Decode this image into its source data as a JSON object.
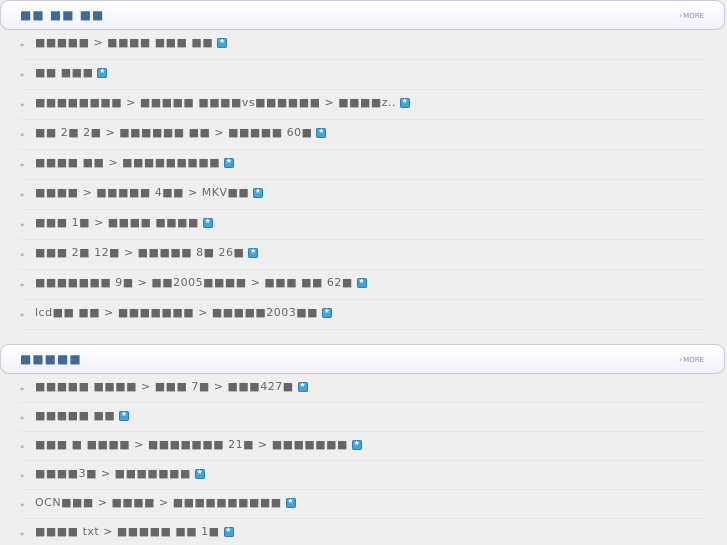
{
  "sections": [
    {
      "title": "■■ ■■ ■■",
      "more_label": "MORE",
      "items": [
        "■■■■■ > ■■■■ ■■■ ■■",
        "■■ ■■■",
        "■■■■■■■■ > ■■■■■ ■■■■vs■■■■■■ > ■■■■z..",
        "■■ 2■ 2■ > ■■■■■■ ■■ > ■■■■■ 60■",
        "■■■■ ■■ > ■■■■■■■■■",
        "■■■■ > ■■■■■ 4■■ > MKV■■",
        "■■■ 1■ > ■■■■ ■■■■",
        "■■■ 2■ 12■ > ■■■■■ 8■ 26■",
        "■■■■■■■ 9■ > ■■2005■■■■ > ■■■ ■■ 62■",
        "lcd■■ ■■ > ■■■■■■■ > ■■■■■2003■■"
      ]
    },
    {
      "title": "■■■■■",
      "more_label": "MORE",
      "items": [
        "■■■■■ ■■■■ > ■■■ 7■ > ■■■427■",
        "■■■■■ ■■",
        "■■■ ■ ■■■■ > ■■■■■■■ 21■ > ■■■■■■■",
        "■■■■3■ > ■■■■■■■",
        "OCN■■■ > ■■■■ > ■■■■■■■■■■",
        "■■■■ txt > ■■■■■ ■■ 1■"
      ]
    }
  ],
  "icons": {
    "bullet": "double-chevron-icon",
    "new": "new-star-icon",
    "more": "chevron-right-icon"
  },
  "colors": {
    "title": "#3f6a96",
    "more": "#8e8ec4",
    "text": "#666666",
    "new_icon": "#44a3dd"
  }
}
